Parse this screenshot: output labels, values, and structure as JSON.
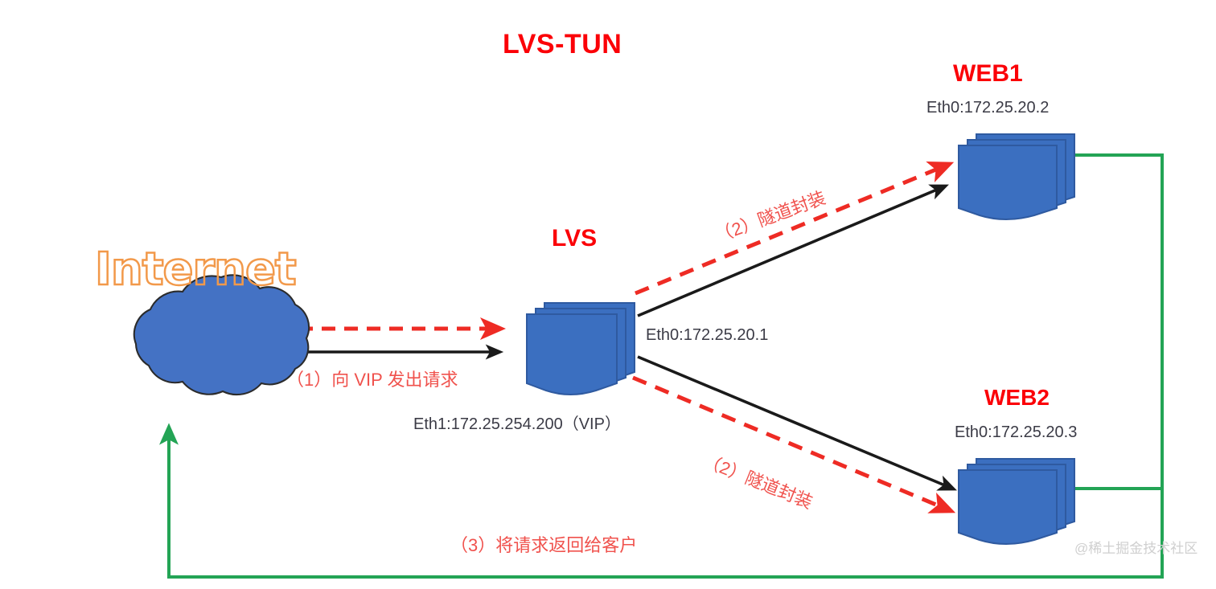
{
  "diagram": {
    "title": "LVS-TUN",
    "title_color": "#fb0007",
    "background": "#ffffff",
    "watermark": "@稀土掘金技术社区"
  },
  "nodes": {
    "internet": {
      "label": "Internet",
      "icon": "cloud-icon",
      "color": "#f2994a"
    },
    "lvs": {
      "label": "LVS",
      "icon": "server-stack-icon",
      "eth0": "Eth0:172.25.20.1",
      "eth1": "Eth1:172.25.254.200（VIP）",
      "color": "#fb0007"
    },
    "web1": {
      "label": "WEB1",
      "icon": "server-stack-icon",
      "eth0": "Eth0:172.25.20.2",
      "color": "#fb0007"
    },
    "web2": {
      "label": "WEB2",
      "icon": "server-stack-icon",
      "eth0": "Eth0:172.25.20.3",
      "color": "#fb0007"
    }
  },
  "flows": [
    {
      "id": "step1",
      "label": "（1）向 VIP 发出请求",
      "color": "#f0524d",
      "from": "internet",
      "to": "lvs"
    },
    {
      "id": "step2a",
      "label": "（2）隧道封装",
      "color": "#f0524d",
      "from": "lvs",
      "to": "web1"
    },
    {
      "id": "step2b",
      "label": "（2）隧道封装",
      "color": "#f0524d",
      "from": "lvs",
      "to": "web2"
    },
    {
      "id": "step3",
      "label": "（3）将请求返回给客户",
      "color": "#f0524d",
      "from": "web",
      "to": "internet"
    }
  ],
  "palette": {
    "server_blue": "#3b6fc0",
    "server_blue_dark": "#2f5aa0",
    "cloud_blue": "#4472c4",
    "arrow_red": "#ee2b24",
    "arrow_black": "#1a1a1a",
    "arrow_green": "#23a455",
    "ip_text": "#3b3b46"
  }
}
